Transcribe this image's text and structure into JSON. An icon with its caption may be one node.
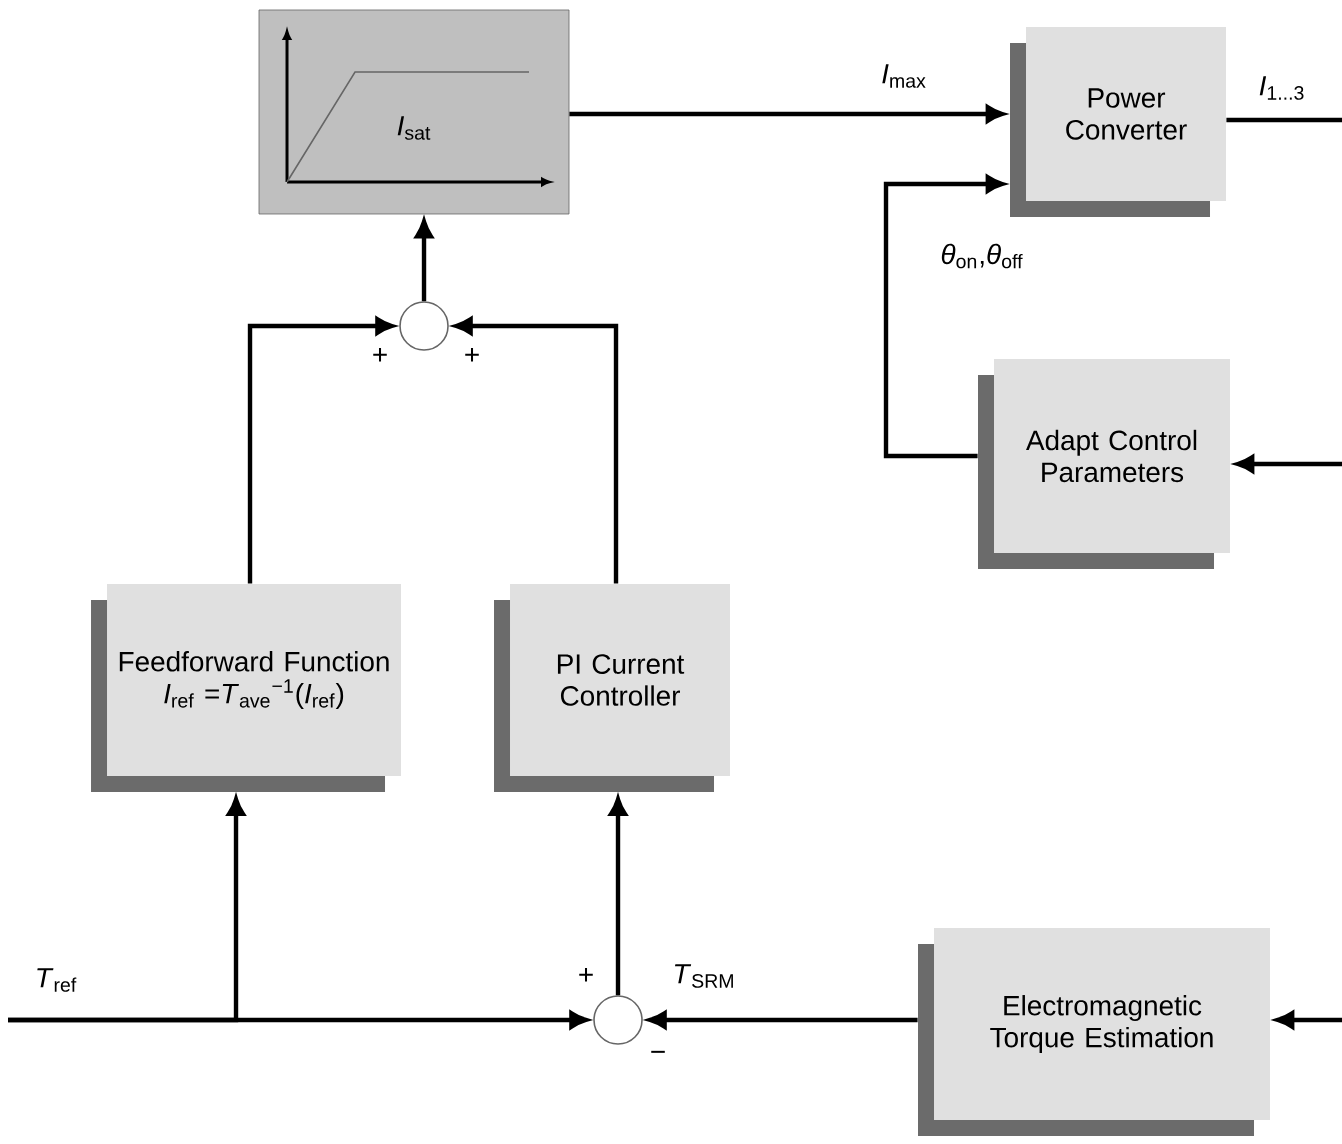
{
  "diagram": {
    "nodes": [
      {
        "text": [
          "*I*$_{sat}$"
        ]
      },
      {
        "text": [
          "Power Converter"
        ]
      },
      {
        "text": [
          "Adapt Control Parameters"
        ]
      },
      {
        "text": [],
        "shape": "circle"
      },
      {
        "text": [
          "Feedforward Function",
          "*I*$_{ref}$ =*T*$_{ave}$$^{−1}$(*I*$_{ref}$)"
        ]
      },
      {
        "text": [
          "PI Current Controller"
        ]
      },
      {
        "text": [],
        "shape": "circle"
      },
      {
        "text": [
          "Electromagnetic Torque Estimation"
        ]
      }
    ],
    "edges": [
      {
        "from": 0,
        "to": 1,
        "arrow": "to",
        "label": "*I*$_{max}$"
      },
      {
        "from": 2,
        "to": 1,
        "arrow": "to",
        "label": "*θ*$_{on}$,*θ*$_{off}$"
      },
      {
        "from": 3,
        "to": 0,
        "arrow": "to"
      },
      {
        "from": 4,
        "to": 3,
        "arrow": "to"
      },
      {
        "from": 5,
        "to": 3,
        "arrow": "to"
      },
      {
        "from": 6,
        "to": 5,
        "arrow": "to"
      },
      {
        "from": null,
        "to": 6,
        "arrow": "to",
        "label": "*T*$_{ref}$"
      },
      {
        "from": null,
        "to": 4,
        "arrow": "to"
      },
      {
        "from": 7,
        "to": 6,
        "arrow": "to",
        "label": "*T*$_{SRM}$"
      },
      {
        "from": 1,
        "to": null,
        "arrow": "none",
        "label": "*I*$_{1...3}$"
      },
      {
        "from": null,
        "to": 2,
        "arrow": "to"
      },
      {
        "from": null,
        "to": 7,
        "arrow": "to"
      }
    ],
    "labels": [
      "+",
      "+",
      "+",
      "−"
    ]
  }
}
